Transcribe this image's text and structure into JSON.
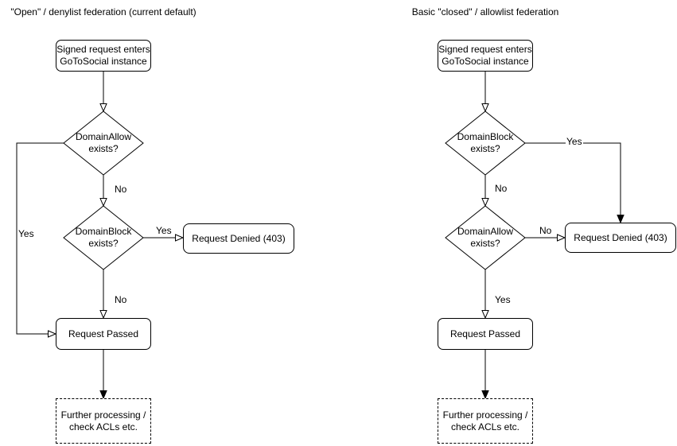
{
  "canvas": {
    "background": "#ffffff",
    "stroke_color": "#000000",
    "text_color": "#000000"
  },
  "diagram": {
    "left": {
      "title": "\"Open\" / denylist federation (current default)",
      "start": {
        "line1": "Signed request enters",
        "line2": "GoToSocial instance"
      },
      "decision1": {
        "line1": "DomainAllow",
        "line2": "exists?"
      },
      "decision2": {
        "line1": "DomainBlock",
        "line2": "exists?"
      },
      "denied": "Request Denied (403)",
      "passed": "Request Passed",
      "further": {
        "line1": "Further processing /",
        "line2": "check ACLs etc."
      },
      "labels": {
        "decision1_no": "No",
        "decision1_yes": "Yes",
        "decision2_yes": "Yes",
        "decision2_no": "No"
      }
    },
    "right": {
      "title": "Basic \"closed\" / allowlist federation",
      "start": {
        "line1": "Signed request enters",
        "line2": "GoToSocial instance"
      },
      "decision1": {
        "line1": "DomainBlock",
        "line2": "exists?"
      },
      "decision2": {
        "line1": "DomainAllow",
        "line2": "exists?"
      },
      "denied": "Request Denied (403)",
      "passed": "Request Passed",
      "further": {
        "line1": "Further processing /",
        "line2": "check ACLs etc."
      },
      "labels": {
        "decision1_yes": "Yes",
        "decision1_no": "No",
        "decision2_no": "No",
        "decision2_yes": "Yes"
      }
    }
  }
}
